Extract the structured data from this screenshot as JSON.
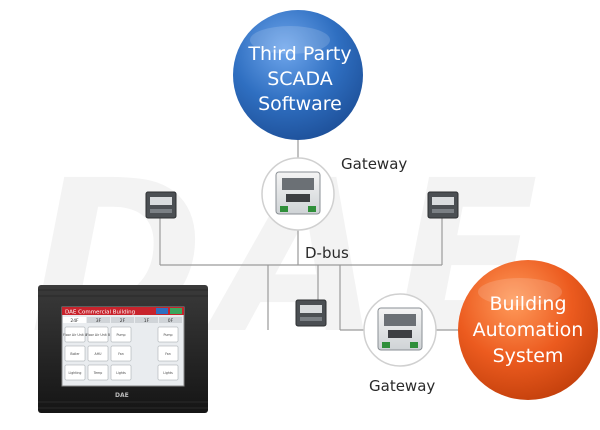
{
  "scada": {
    "lines": [
      "Third Party",
      "SCADA",
      "Software"
    ],
    "color": "#2f6fc1"
  },
  "bas": {
    "lines": [
      "Building",
      "Automation",
      "System"
    ],
    "color": "#e8561b"
  },
  "labels": {
    "gateway_top": "Gateway",
    "gateway_bottom": "Gateway",
    "dbus": "D-bus"
  },
  "watermark": "DAE",
  "panel": {
    "title": "DAE Commercial Building",
    "brand": "DAE",
    "tabs": [
      "24F",
      "3F",
      "2F",
      "1F",
      "0F"
    ],
    "buttons": [
      "Floor Air Unit A",
      "Floor Air Unit B",
      "Pump",
      "Pump",
      "Boiler",
      "AHU",
      "Fan",
      "Fan",
      "Lighting",
      "Temp",
      "Lights",
      "Lights"
    ]
  }
}
